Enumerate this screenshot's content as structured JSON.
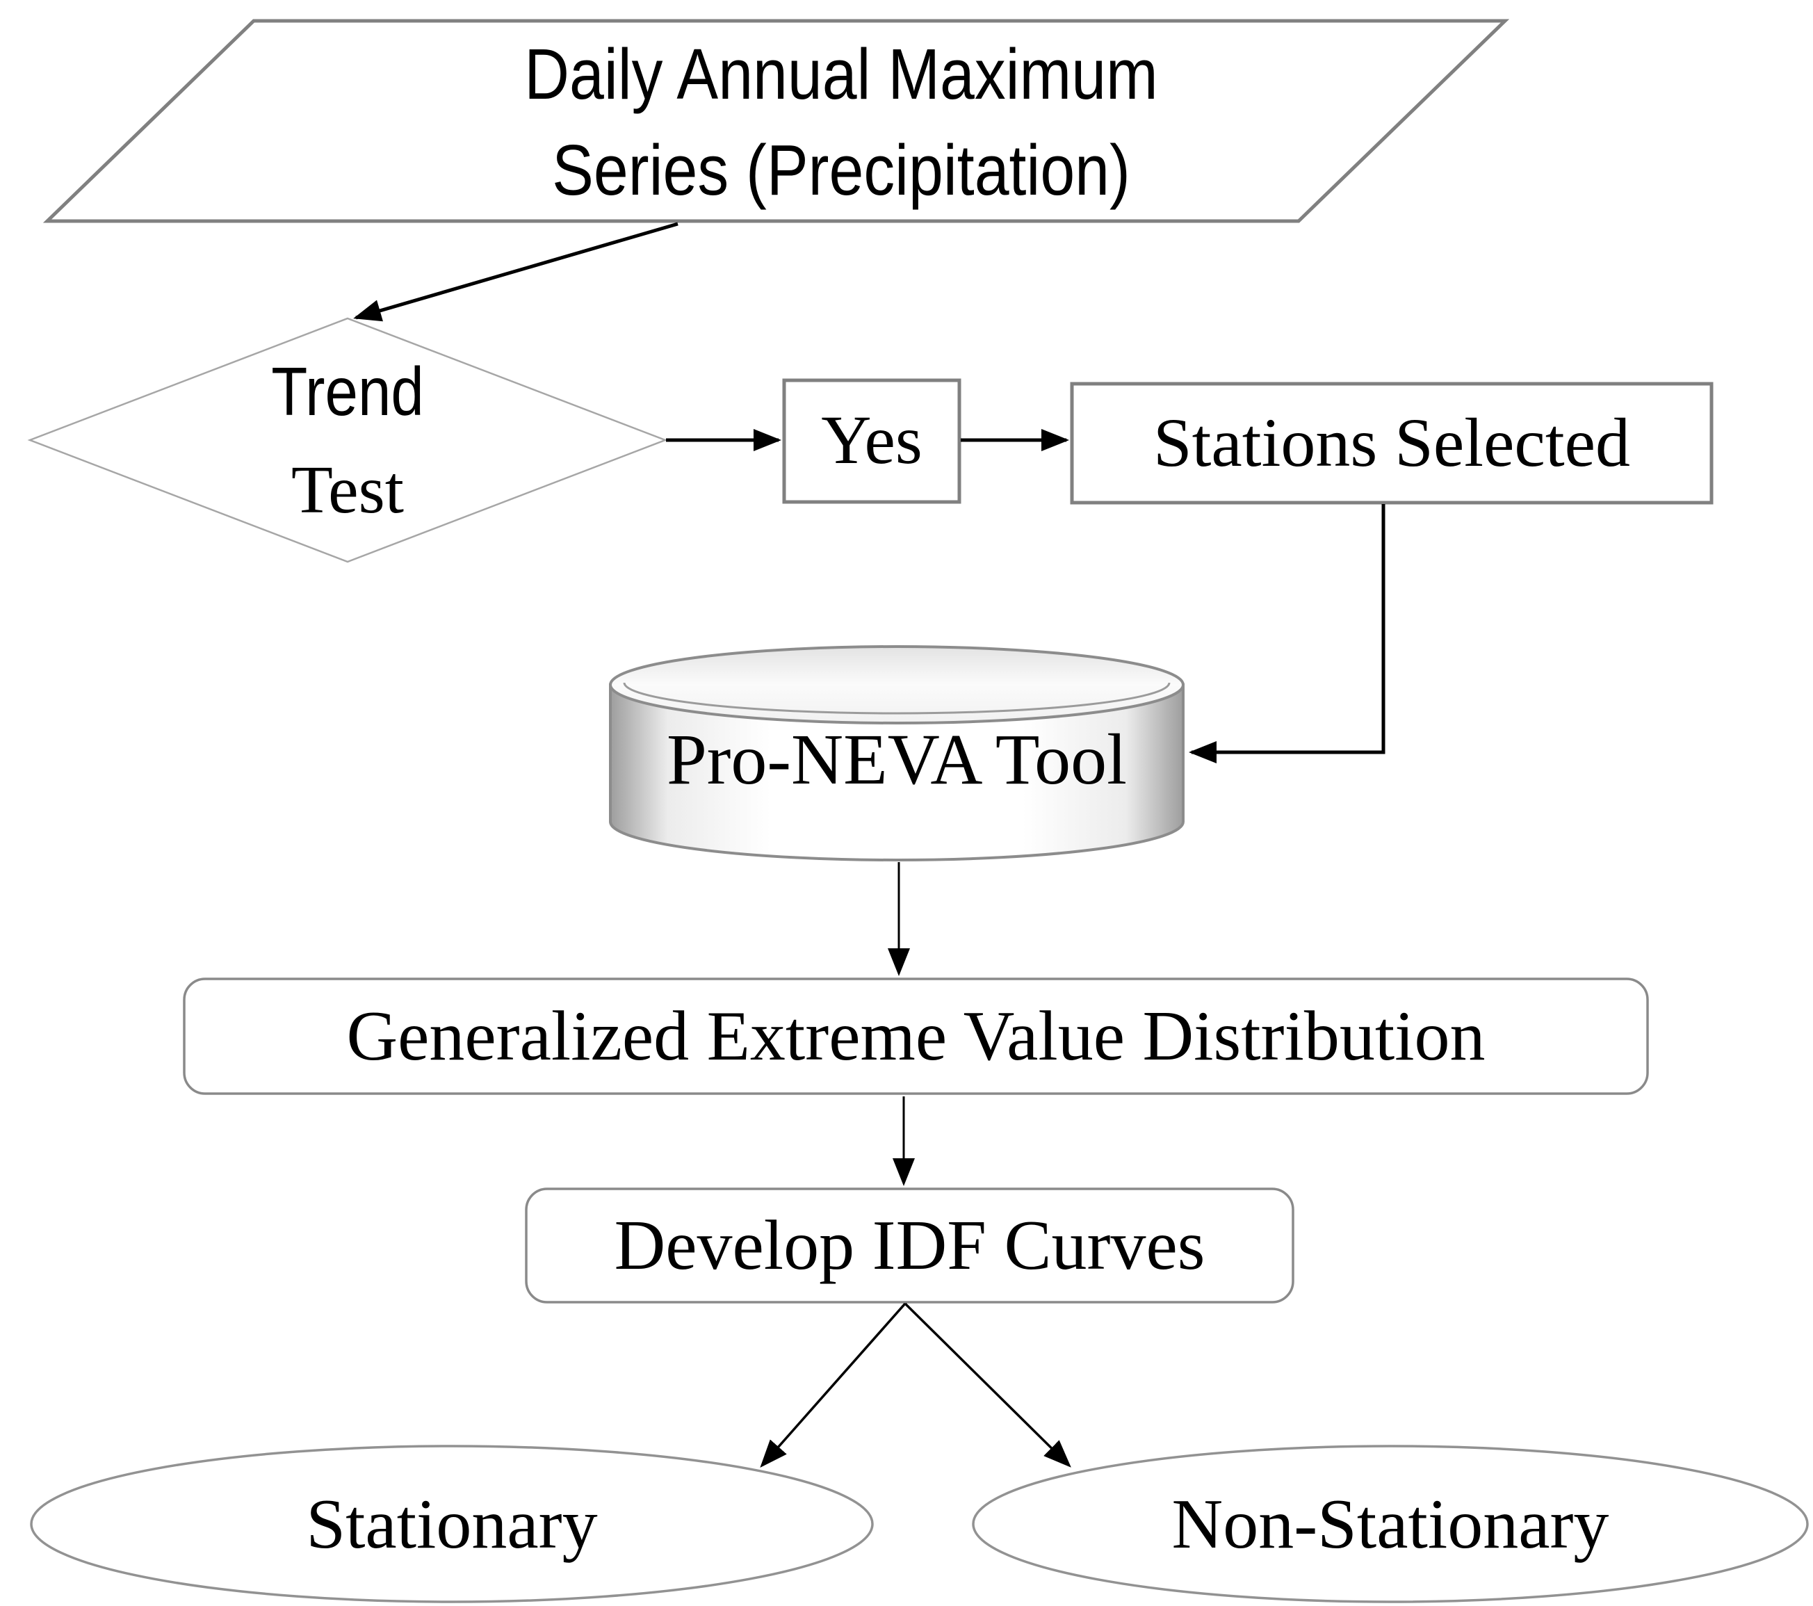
{
  "nodes": {
    "input": {
      "shape": "parallelogram",
      "line1": "Daily Annual Maximum",
      "line2": "Series (Precipitation)"
    },
    "decision": {
      "shape": "diamond",
      "line1": "Trend",
      "line2": "Test"
    },
    "yes": {
      "shape": "rectangle",
      "label": "Yes"
    },
    "stations": {
      "shape": "rectangle",
      "label": "Stations Selected"
    },
    "tool": {
      "shape": "cylinder",
      "label": "Pro-NEVA Tool"
    },
    "gev": {
      "shape": "rounded-rectangle",
      "label": "Generalized Extreme Value Distribution"
    },
    "idf": {
      "shape": "rounded-rectangle",
      "label": "Develop IDF Curves"
    },
    "stationary": {
      "shape": "ellipse",
      "label": "Stationary"
    },
    "nonstationary": {
      "shape": "ellipse",
      "label": "Non-Stationary"
    }
  },
  "edges": [
    {
      "from": "daily-annual-maximum-series",
      "to": "trend-test"
    },
    {
      "from": "trend-test",
      "to": "yes"
    },
    {
      "from": "yes",
      "to": "stations-selected"
    },
    {
      "from": "stations-selected",
      "to": "pro-neva-tool"
    },
    {
      "from": "pro-neva-tool",
      "to": "generalized-extreme-value-distribution"
    },
    {
      "from": "generalized-extreme-value-distribution",
      "to": "develop-idf-curves"
    },
    {
      "from": "develop-idf-curves",
      "to": "stationary"
    },
    {
      "from": "develop-idf-curves",
      "to": "non-stationary"
    }
  ],
  "colors": {
    "background": "#ffffff",
    "text": "#000000",
    "box_border_gray": "#808080",
    "thin_border_gray": "#a6a6a6",
    "arrow_black": "#000000",
    "cylinder_edge": "#8c8c8c"
  }
}
